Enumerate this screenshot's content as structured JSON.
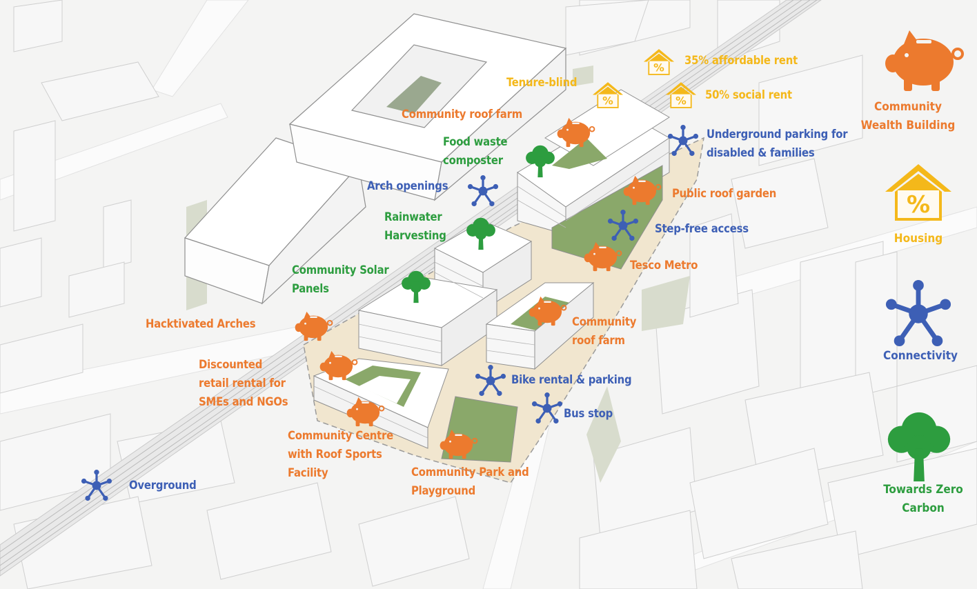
{
  "colors": {
    "orange": "#ec7a2e",
    "blue": "#3d5fb5",
    "green": "#2d9d3f",
    "yellow": "#f4b81a",
    "roof_green": "#8aa86a",
    "site": "#f1e6cf"
  },
  "labels": {
    "affordable_rent": "35% affordable rent",
    "social_rent": "50% social rent",
    "tenure_blind": "Tenure-blind",
    "community_roof_farm_top": "Community roof farm",
    "food_waste": "Food waste\ncomposter",
    "underground_parking": "Underground parking for\ndisabled & families",
    "arch_openings": "Arch openings",
    "public_roof_garden": "Public roof garden",
    "rainwater": "Rainwater\nHarvesting",
    "step_free": "Step-free access",
    "tesco": "Tesco Metro",
    "solar": "Community Solar\nPanels",
    "hacktivated": "Hacktivated Arches",
    "community_roof_farm_mid": "Community\nroof farm",
    "discounted": "Discounted\nretail rental for\nSMEs and NGOs",
    "bike": "Bike rental & parking",
    "bus": "Bus stop",
    "community_centre": "Community Centre\nwith Roof Sports\nFacility",
    "park": "Community Park and\nPlayground",
    "overground": "Overground"
  },
  "legend": {
    "wealth": "Community\nWealth Building",
    "housing": "Housing",
    "connectivity": "Connectivity",
    "carbon": "Towards Zero\nCarbon"
  },
  "icons": {
    "wealth": "piggy-bank-icon",
    "housing": "house-percent-icon",
    "connectivity": "network-node-icon",
    "carbon": "tree-icon"
  }
}
